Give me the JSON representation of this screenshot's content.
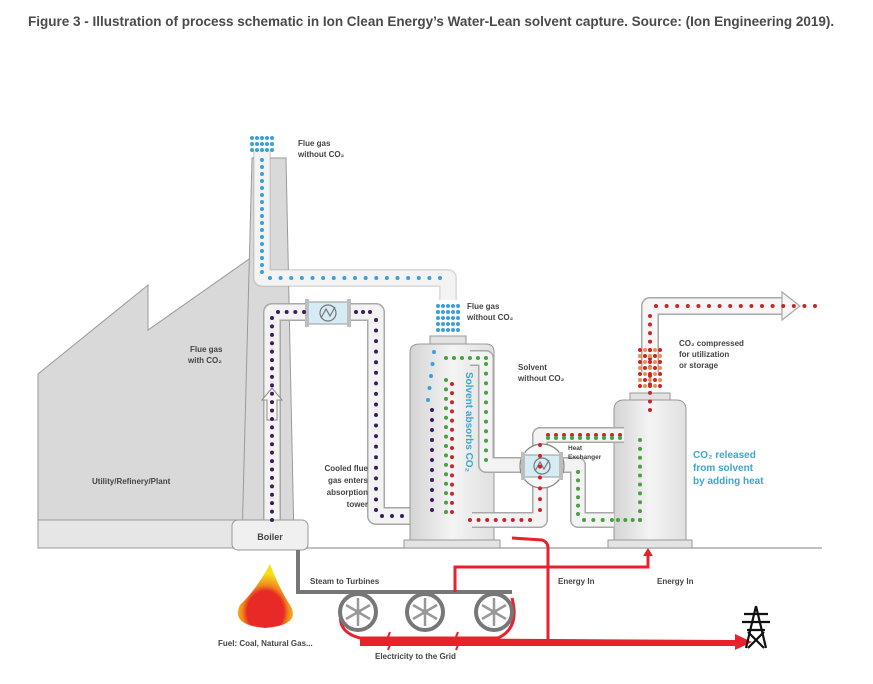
{
  "caption": "Figure 3 - Illustration of process schematic in Ion Clean Energy’s Water-Lean solvent capture. Source: (Ion Engineering 2019).",
  "labels": {
    "flue_gas_without_co2_stack": [
      "Flue gas",
      "without CO₂"
    ],
    "flue_gas_with_co2": [
      "Flue gas",
      "with CO₂"
    ],
    "flue_gas_without_co2_absorber": [
      "Flue gas",
      "without CO₂"
    ],
    "solvent_without_co2": [
      "Solvent",
      "without CO₂"
    ],
    "co2_compressed": [
      "CO₂ compressed",
      "for utilization",
      "or storage"
    ],
    "solvent_absorbs_co2": "Solvent absorbs CO₂",
    "heat_exchanger": [
      "Heat",
      "Exchanger"
    ],
    "co2_released": [
      "CO₂ released",
      "from solvent",
      "by adding heat"
    ],
    "plant": "Utility/Refinery/Plant",
    "cooled_flue_gas": [
      "Cooled flue",
      "gas enters",
      "absorption",
      "tower"
    ],
    "boiler": "Boiler",
    "steam_to_turbines": "Steam to Turbines",
    "energy_in_1": "Energy In",
    "energy_in_2": "Energy In",
    "fuel": "Fuel: Coal, Natural Gas...",
    "electricity_to_grid": "Electricity to the Grid"
  },
  "icons": {
    "heat_exchanger": "heat-exchanger-icon",
    "turbine": "turbine-icon",
    "flame": "flame-icon",
    "power_tower": "transmission-tower-icon"
  },
  "colors": {
    "flue_gas_clean": "#3aa0d8",
    "flue_gas_co2": "#3a1e5c",
    "solvent_lean": "#4aa040",
    "co2": "#c8262c",
    "energy_line": "#e8222c",
    "structure": "#d9d9d9",
    "pipe": "#f0f0f0",
    "label_blue": "#3ba7cc"
  }
}
